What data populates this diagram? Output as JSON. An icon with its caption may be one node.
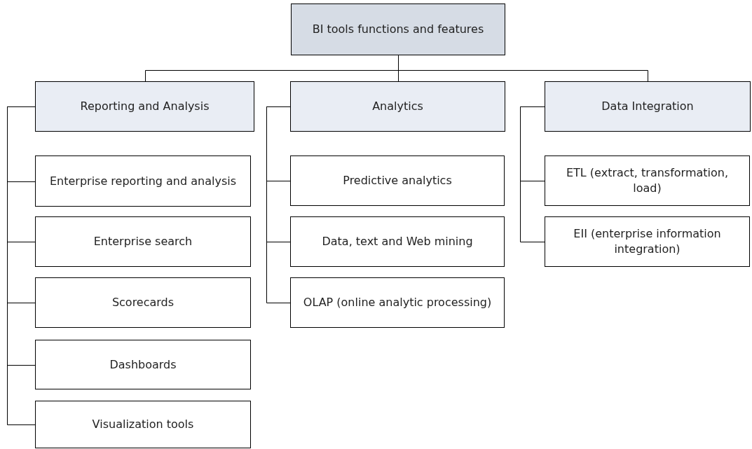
{
  "diagram": {
    "nodes": [
      {
        "text": [
          "BI tools functions and features"
        ]
      },
      {
        "text": [
          "Reporting and Analysis"
        ]
      },
      {
        "text": [
          "Enterprise reporting and analysis"
        ]
      },
      {
        "text": [
          "Enterprise search"
        ]
      },
      {
        "text": [
          "Scorecards"
        ]
      },
      {
        "text": [
          "Dashboards"
        ]
      },
      {
        "text": [
          "Visualization tools"
        ]
      },
      {
        "text": [
          "Analytics"
        ]
      },
      {
        "text": [
          "Predictive analytics"
        ]
      },
      {
        "text": [
          "Data, text and Web mining"
        ]
      },
      {
        "text": [
          "OLAP (online analytic processing)"
        ]
      },
      {
        "text": [
          "Data Integration"
        ]
      },
      {
        "text": [
          "ETL (extract, transformation, load)"
        ]
      },
      {
        "text": [
          "EII (enterprise information integration)"
        ]
      }
    ],
    "edges": [
      {
        "from": 0,
        "to": 1,
        "arrow": "none"
      },
      {
        "from": 0,
        "to": 7,
        "arrow": "none"
      },
      {
        "from": 0,
        "to": 11,
        "arrow": "none"
      },
      {
        "from": 1,
        "to": 2,
        "arrow": "none"
      },
      {
        "from": 1,
        "to": 3,
        "arrow": "none"
      },
      {
        "from": 1,
        "to": 4,
        "arrow": "none"
      },
      {
        "from": 1,
        "to": 5,
        "arrow": "none"
      },
      {
        "from": 1,
        "to": 6,
        "arrow": "none"
      },
      {
        "from": 7,
        "to": 8,
        "arrow": "none"
      },
      {
        "from": 7,
        "to": 9,
        "arrow": "none"
      },
      {
        "from": 7,
        "to": 10,
        "arrow": "none"
      },
      {
        "from": 11,
        "to": 12,
        "arrow": "none"
      },
      {
        "from": 11,
        "to": 13,
        "arrow": "none"
      }
    ]
  }
}
